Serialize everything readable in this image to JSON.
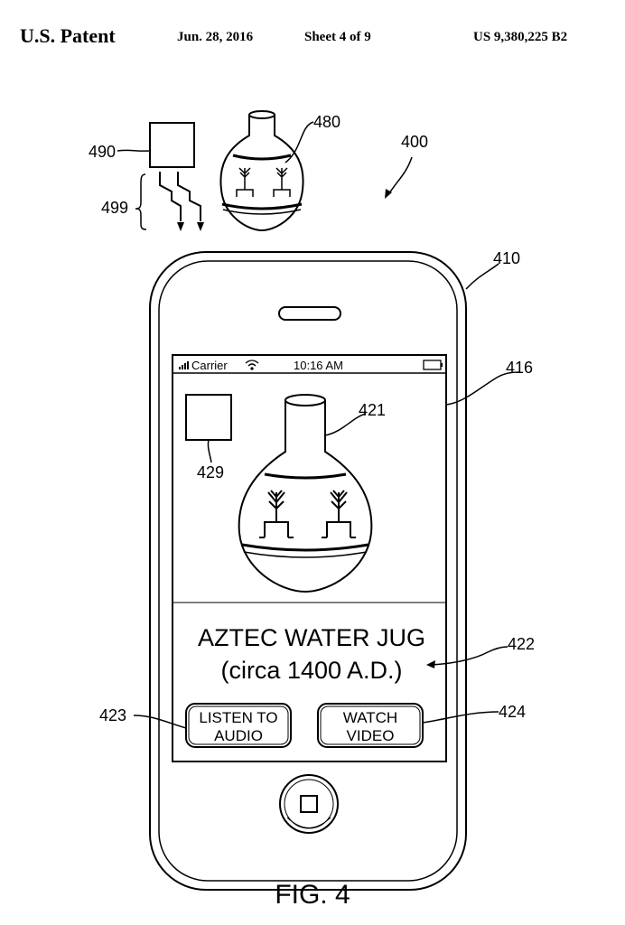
{
  "header": {
    "publication": "U.S. Patent",
    "date": "Jun. 28, 2016",
    "sheet": "Sheet 4 of 9",
    "patent_number": "US 9,380,225 B2"
  },
  "references": {
    "system": "400",
    "device": "410",
    "screen": "416",
    "jug_image": "421",
    "title_text": "422",
    "audio_button": "423",
    "video_button": "424",
    "screen_square": "429",
    "real_jug": "480",
    "beacon": "490",
    "signals": "499"
  },
  "status_bar": {
    "carrier": "Carrier",
    "time": "10:16 AM"
  },
  "screen": {
    "title_line1": "AZTEC WATER JUG",
    "title_line2": "(circa 1400 A.D.)",
    "listen_line1": "LISTEN TO",
    "listen_line2": "AUDIO",
    "watch_line1": "WATCH",
    "watch_line2": "VIDEO"
  },
  "figure_label": "FIG. 4",
  "icons": {
    "signal": "signal-bars-icon",
    "wifi": "wifi-icon",
    "battery": "battery-icon",
    "home": "home-button-icon"
  }
}
